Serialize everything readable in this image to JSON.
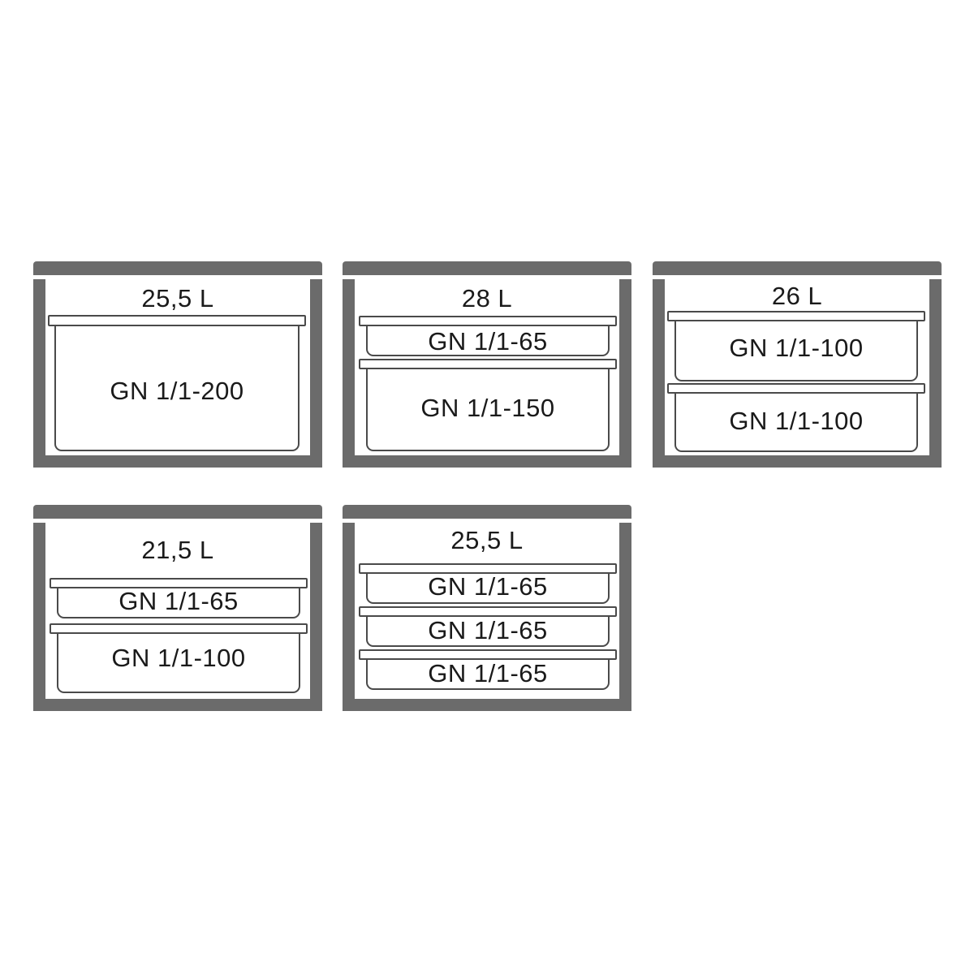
{
  "containers": [
    {
      "capacity": "25,5 L",
      "pans": [
        {
          "label": "GN 1/1-200"
        }
      ]
    },
    {
      "capacity": "28 L",
      "pans": [
        {
          "label": "GN 1/1-65"
        },
        {
          "label": "GN 1/1-150"
        }
      ]
    },
    {
      "capacity": "26 L",
      "pans": [
        {
          "label": "GN 1/1-100"
        },
        {
          "label": "GN 1/1-100"
        }
      ]
    },
    {
      "capacity": "21,5 L",
      "pans": [
        {
          "label": "GN 1/1-65"
        },
        {
          "label": "GN 1/1-100"
        }
      ]
    },
    {
      "capacity": "25,5 L",
      "pans": [
        {
          "label": "GN 1/1-65"
        },
        {
          "label": "GN 1/1-65"
        },
        {
          "label": "GN 1/1-65"
        }
      ]
    }
  ],
  "colors": {
    "frame": "#6b6b6b",
    "pan_outline": "#4a4a4a",
    "text": "#1a1a1a",
    "background": "#ffffff"
  }
}
